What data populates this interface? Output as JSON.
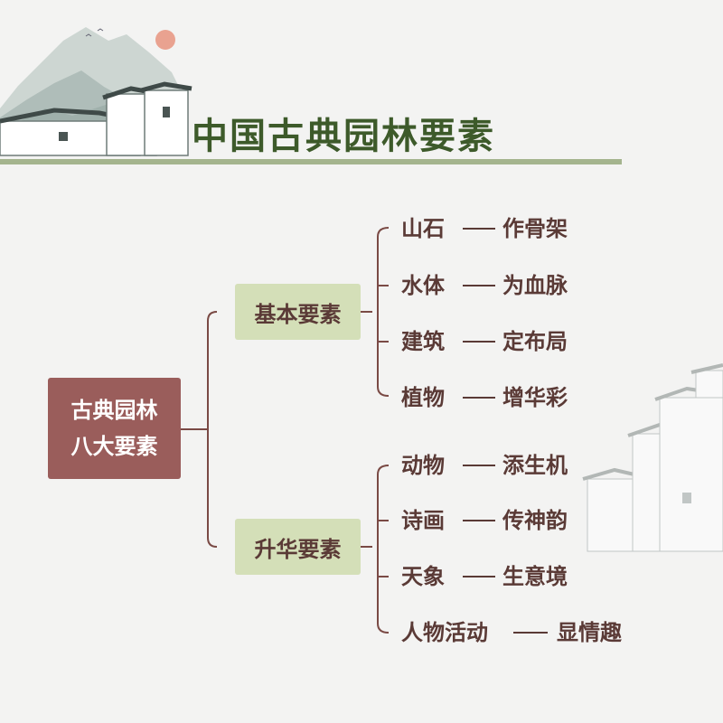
{
  "title": "中国古典园林要素",
  "root": {
    "line1": "古典园林",
    "line2": "八大要素"
  },
  "branches": [
    {
      "label": "基本要素",
      "items": [
        {
          "name": "山石",
          "role": "作骨架"
        },
        {
          "name": "水体",
          "role": "为血脉"
        },
        {
          "name": "建筑",
          "role": "定布局"
        },
        {
          "name": "植物",
          "role": "增华彩"
        }
      ]
    },
    {
      "label": "升华要素",
      "items": [
        {
          "name": "动物",
          "role": "添生机"
        },
        {
          "name": "诗画",
          "role": "传神韵"
        },
        {
          "name": "天象",
          "role": "生意境"
        },
        {
          "name": "人物活动",
          "role": "显情趣"
        }
      ]
    }
  ],
  "colors": {
    "title": "#3d5a2a",
    "rule": "#a4b48e",
    "root_fill": "#9a5d5b",
    "category_fill": "#d4dfb8",
    "text": "#5a3a36",
    "connector": "#7a4a45"
  }
}
